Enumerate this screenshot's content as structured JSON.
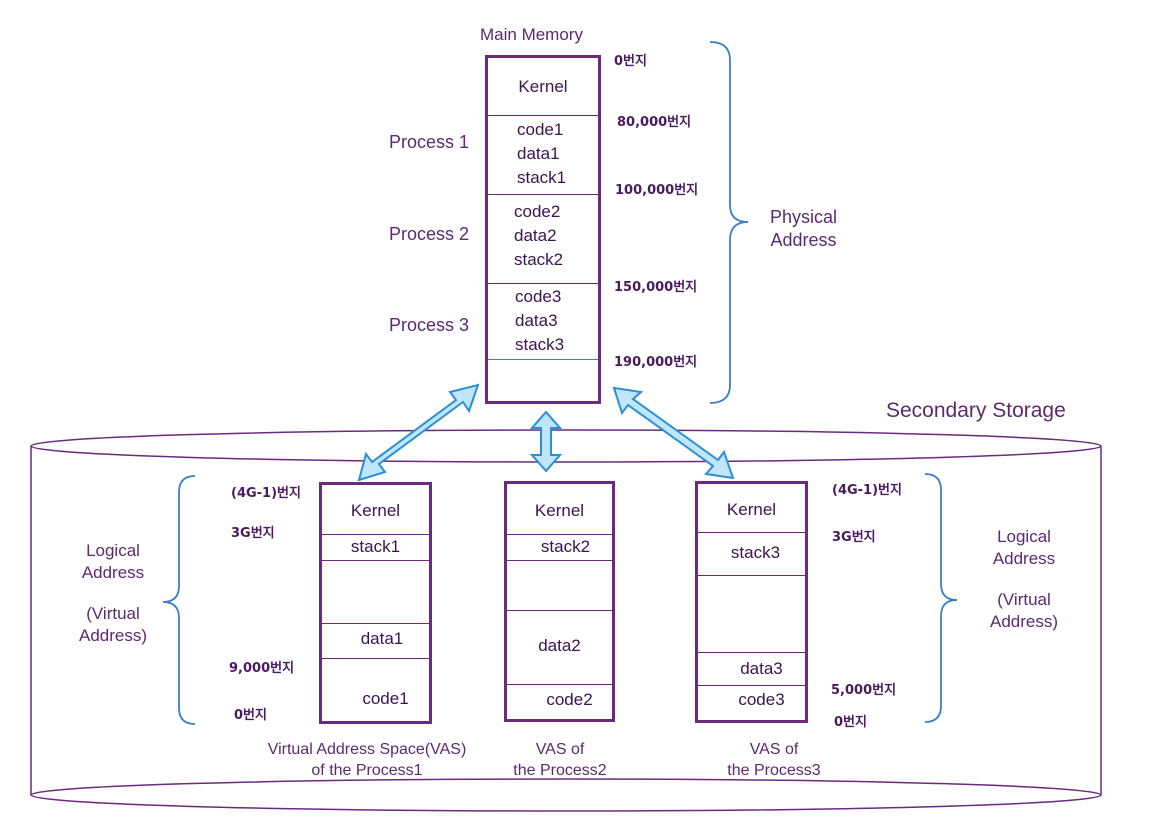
{
  "main_memory": {
    "title": "Main Memory",
    "cells": {
      "kernel": "Kernel",
      "p1": [
        "code1",
        "data1",
        "stack1"
      ],
      "p2": [
        "code2",
        "data2",
        "stack2"
      ],
      "p3": [
        "code3",
        "data3",
        "stack3"
      ]
    },
    "process_labels": [
      "Process 1",
      "Process 2",
      "Process 3"
    ],
    "addresses": [
      "0번지",
      "80,000번지",
      "100,000번지",
      "150,000번지",
      "190,000번지"
    ],
    "physical_label": [
      "Physical",
      "Address"
    ]
  },
  "secondary_storage": {
    "title": "Secondary Storage"
  },
  "vas1": {
    "cells": {
      "kernel": "Kernel",
      "stack": "stack1",
      "data": "data1",
      "code": "code1"
    },
    "addresses": {
      "top": "(4G-1)번지",
      "g3": "3G번지",
      "mid": "9,000번지",
      "zero": "0번지"
    },
    "caption": [
      "Virtual Address Space(VAS)",
      "of the Process1"
    ]
  },
  "vas2": {
    "cells": {
      "kernel": "Kernel",
      "stack": "stack2",
      "data": "data2",
      "code": "code2"
    },
    "caption": [
      "VAS of",
      "the Process2"
    ]
  },
  "vas3": {
    "cells": {
      "kernel": "Kernel",
      "stack": "stack3",
      "data": "data3",
      "code": "code3"
    },
    "addresses": {
      "top": "(4G-1)번지",
      "g3": "3G번지",
      "mid": "5,000번지",
      "zero": "0번지"
    },
    "caption": [
      "VAS of",
      "the Process3"
    ]
  },
  "logical_left": [
    "Logical",
    "Address",
    "(Virtual",
    "Address)"
  ],
  "logical_right": [
    "Logical",
    "Address",
    "(Virtual",
    "Address)"
  ],
  "colors": {
    "box": "#6b2a7e",
    "bracket": "#3b7fc4",
    "arrow_fill": "#bfe6fb",
    "arrow_stroke": "#2a8fd6",
    "cylinder": "#6b2a7e"
  }
}
